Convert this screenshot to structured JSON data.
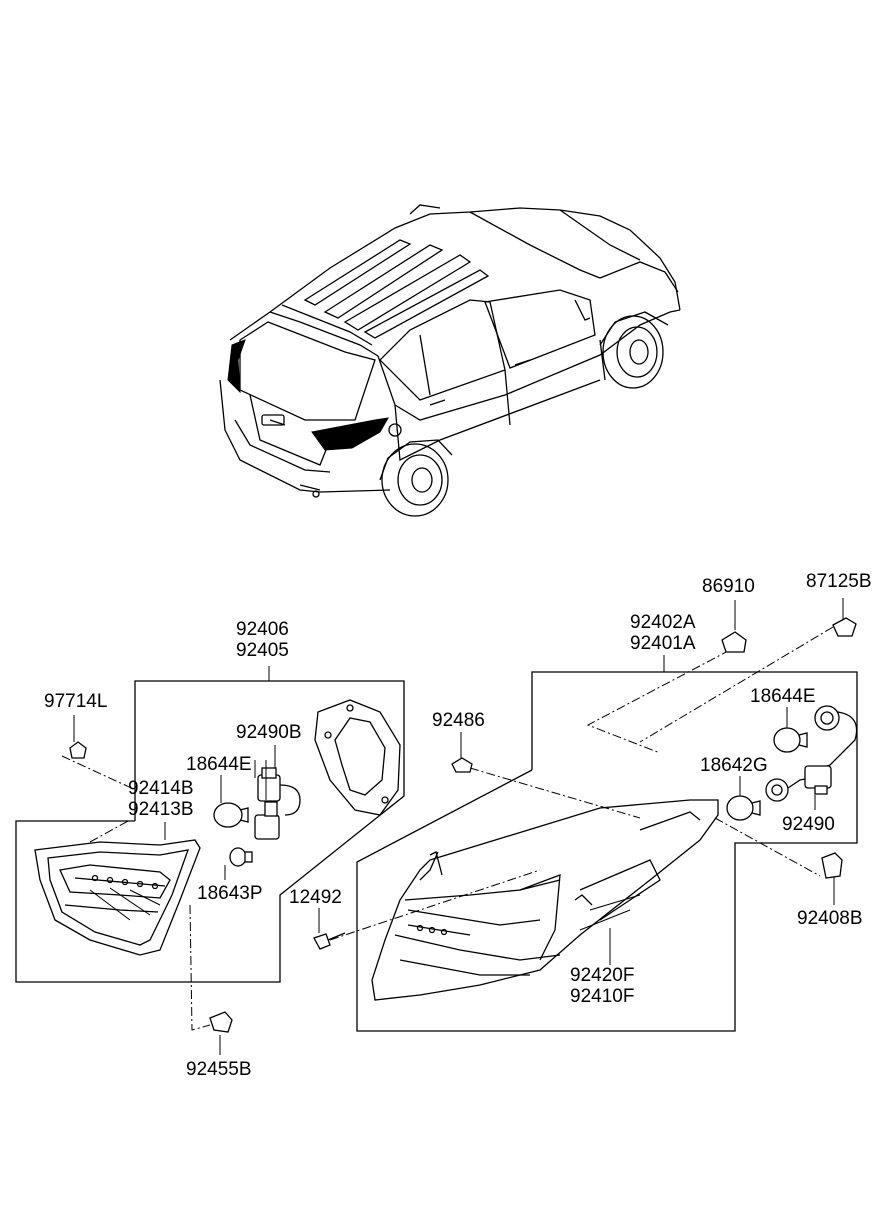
{
  "labels": {
    "l97714L": "97714L",
    "l92406": "92406",
    "l92405": "92405",
    "l92490B": "92490B",
    "l18644E_left": "18644E",
    "l92414B": "92414B",
    "l92413B": "92413B",
    "l18643P": "18643P",
    "l92455B": "92455B",
    "l86910": "86910",
    "l87125B": "87125B",
    "l92402A": "92402A",
    "l92401A": "92401A",
    "l92486": "92486",
    "l18644E_right": "18644E",
    "l18642G": "18642G",
    "l92490": "92490",
    "l12492": "12492",
    "l92408B": "92408B",
    "l92420F": "92420F",
    "l92410F": "92410F"
  }
}
